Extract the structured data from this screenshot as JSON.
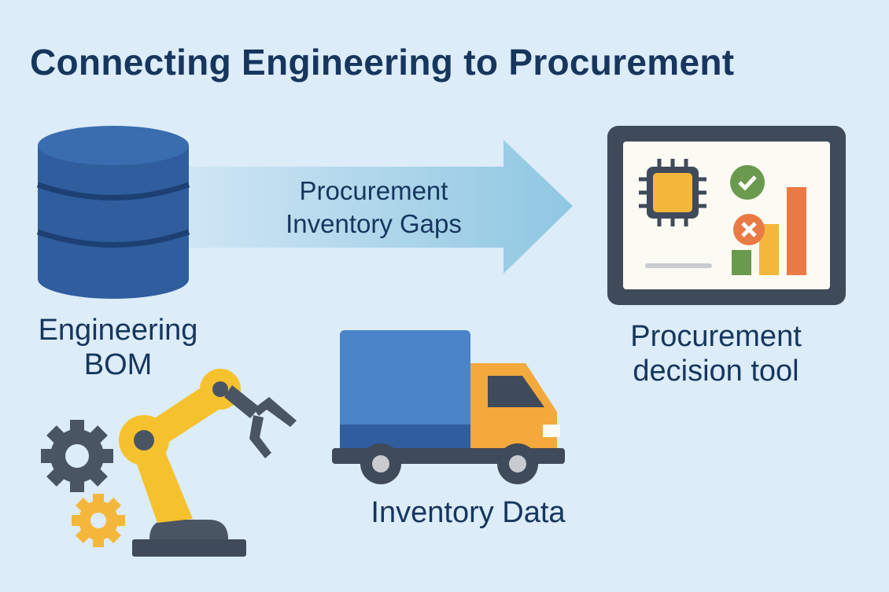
{
  "title": "Connecting Engineering to Procurement",
  "arrow": {
    "line1": "Procurement",
    "line2": "Inventory Gaps"
  },
  "bom": {
    "line1": "Engineering",
    "line2": "BOM"
  },
  "tool": {
    "line1": "Procurement",
    "line2": "decision tool"
  },
  "inventory": {
    "label": "Inventory Data"
  },
  "colors": {
    "background": "#dcecf8",
    "navy": "#16365e",
    "database": "#2f5d9e",
    "truck_box": "#4a84c8",
    "truck_cab": "#f3a93c",
    "robot": "#f5c22e",
    "green": "#6a9a4e",
    "orange": "#ea7a45",
    "yellow": "#f5b73b"
  }
}
